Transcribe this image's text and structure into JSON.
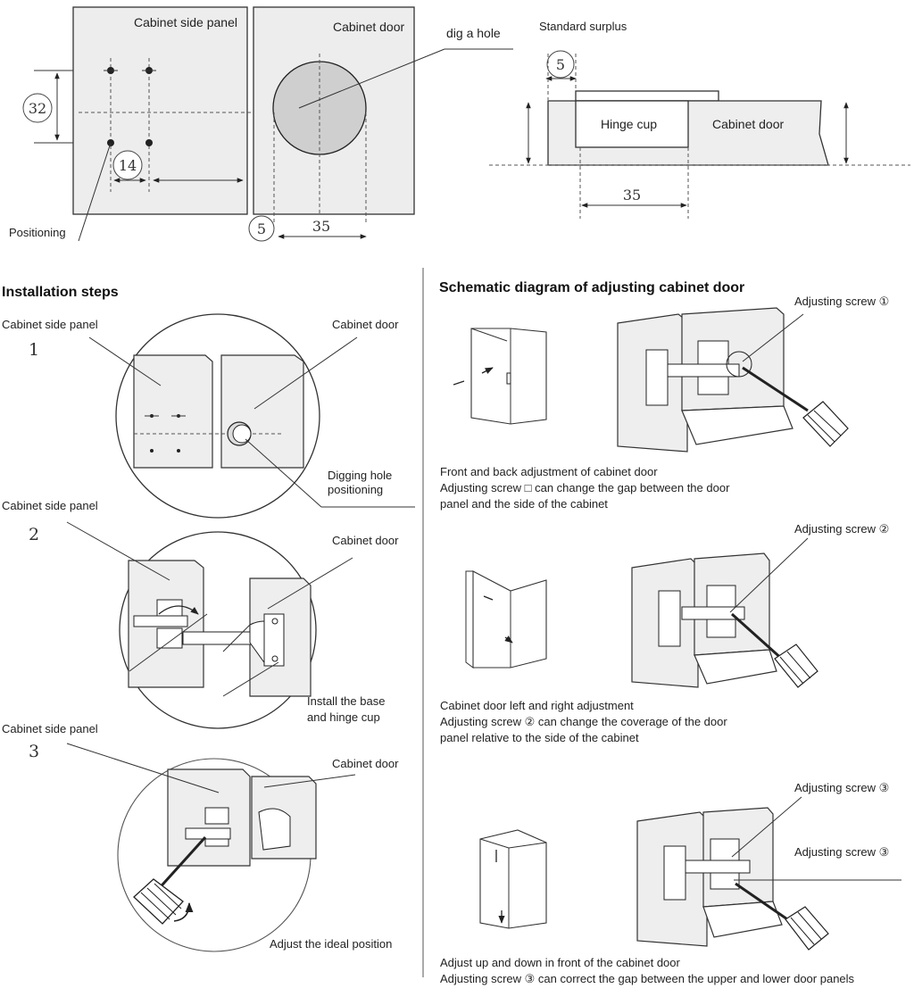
{
  "top": {
    "side_panel_label": "Cabinet side panel",
    "door_label": "Cabinet door",
    "dig_hole_label": "dig a hole",
    "positioning_label": "Positioning",
    "dim_32": "32",
    "dim_14": "14",
    "dim_5_left": "5",
    "dim_35_left": "35",
    "standard_surplus_label": "Standard surplus",
    "dim_5_right": "5",
    "hinge_cup_label": "Hinge cup",
    "door_label_right": "Cabinet door",
    "dim_35_right": "35"
  },
  "install": {
    "heading": "Installation steps",
    "step1": {
      "num": "1",
      "side_panel_label": "Cabinet side panel",
      "door_label": "Cabinet door",
      "note_line1": "Digging hole",
      "note_line2": "positioning"
    },
    "step2": {
      "num": "2",
      "side_panel_label": "Cabinet side panel",
      "door_label": "Cabinet door",
      "note_line1": "Install the base",
      "note_line2": "and hinge cup"
    },
    "step3": {
      "num": "3",
      "side_panel_label": "Cabinet side panel",
      "door_label": "Cabinet door",
      "note": "Adjust the ideal position"
    }
  },
  "adjust": {
    "heading": "Schematic diagram of adjusting cabinet door",
    "a1": {
      "screw_label": "Adjusting screw ①",
      "caption_line1": "Front and back adjustment of cabinet door",
      "caption_line2": "Adjusting screw □ can change the gap between the door",
      "caption_line3": "panel and the side of the cabinet"
    },
    "a2": {
      "screw_label": "Adjusting screw ②",
      "caption_line1": "Cabinet door left and right adjustment",
      "caption_line2": "Adjusting screw ② can change the coverage of the door",
      "caption_line3": "panel relative to the side of the cabinet"
    },
    "a3": {
      "screw_label_1": "Adjusting screw ③",
      "screw_label_2": "Adjusting screw ③",
      "caption_line1": "Adjust up and down in front of the cabinet door",
      "caption_line2": "Adjusting screw ③ can correct the gap between the upper and lower door panels"
    }
  }
}
